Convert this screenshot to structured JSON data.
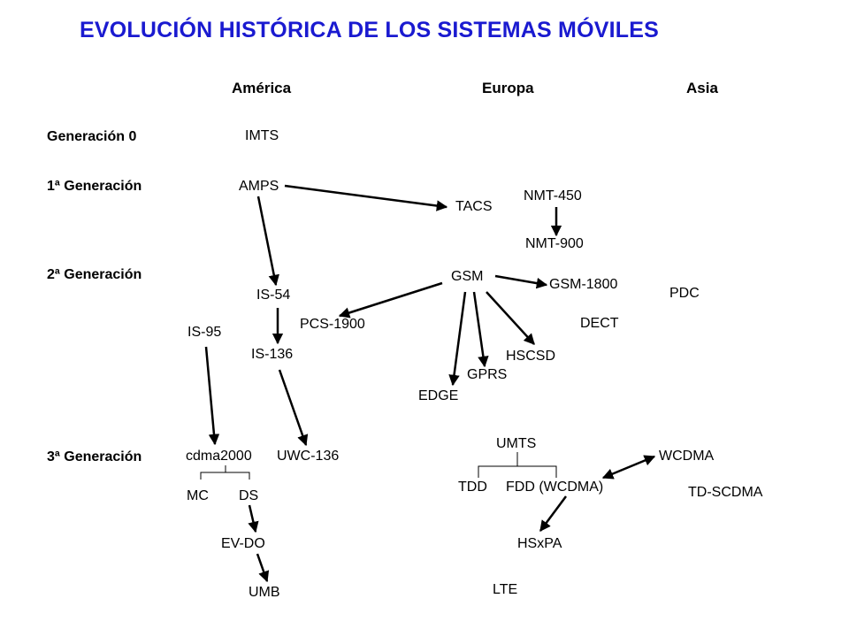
{
  "title": "EVOLUCIÓN HISTÓRICA DE LOS SISTEMAS MÓVILES",
  "colors": {
    "title": "#1a1ad0",
    "text": "#000000",
    "background": "#ffffff"
  },
  "columns": {
    "america": "América",
    "europa": "Europa",
    "asia": "Asia"
  },
  "generations": {
    "g0": "Generación 0",
    "g1": "1ª Generación",
    "g2": "2ª Generación",
    "g3": "3ª Generación"
  },
  "nodes": {
    "imts": "IMTS",
    "amps": "AMPS",
    "tacs": "TACS",
    "nmt450": "NMT-450",
    "nmt900": "NMT-900",
    "gsm": "GSM",
    "gsm1800": "GSM-1800",
    "pdc": "PDC",
    "dect": "DECT",
    "is54": "IS-54",
    "pcs1900": "PCS-1900",
    "is95": "IS-95",
    "is136": "IS-136",
    "hscsd": "HSCSD",
    "gprs": "GPRS",
    "edge": "EDGE",
    "cdma2000": "cdma2000",
    "uwc136": "UWC-136",
    "umts": "UMTS",
    "wcdma": "WCDMA",
    "mc": "MC",
    "ds": "DS",
    "tdd": "TDD",
    "fdd": "FDD (WCDMA)",
    "tdscdma": "TD-SCDMA",
    "evdo": "EV-DO",
    "hsxpa": "HSxPA",
    "umb": "UMB",
    "lte": "LTE"
  }
}
